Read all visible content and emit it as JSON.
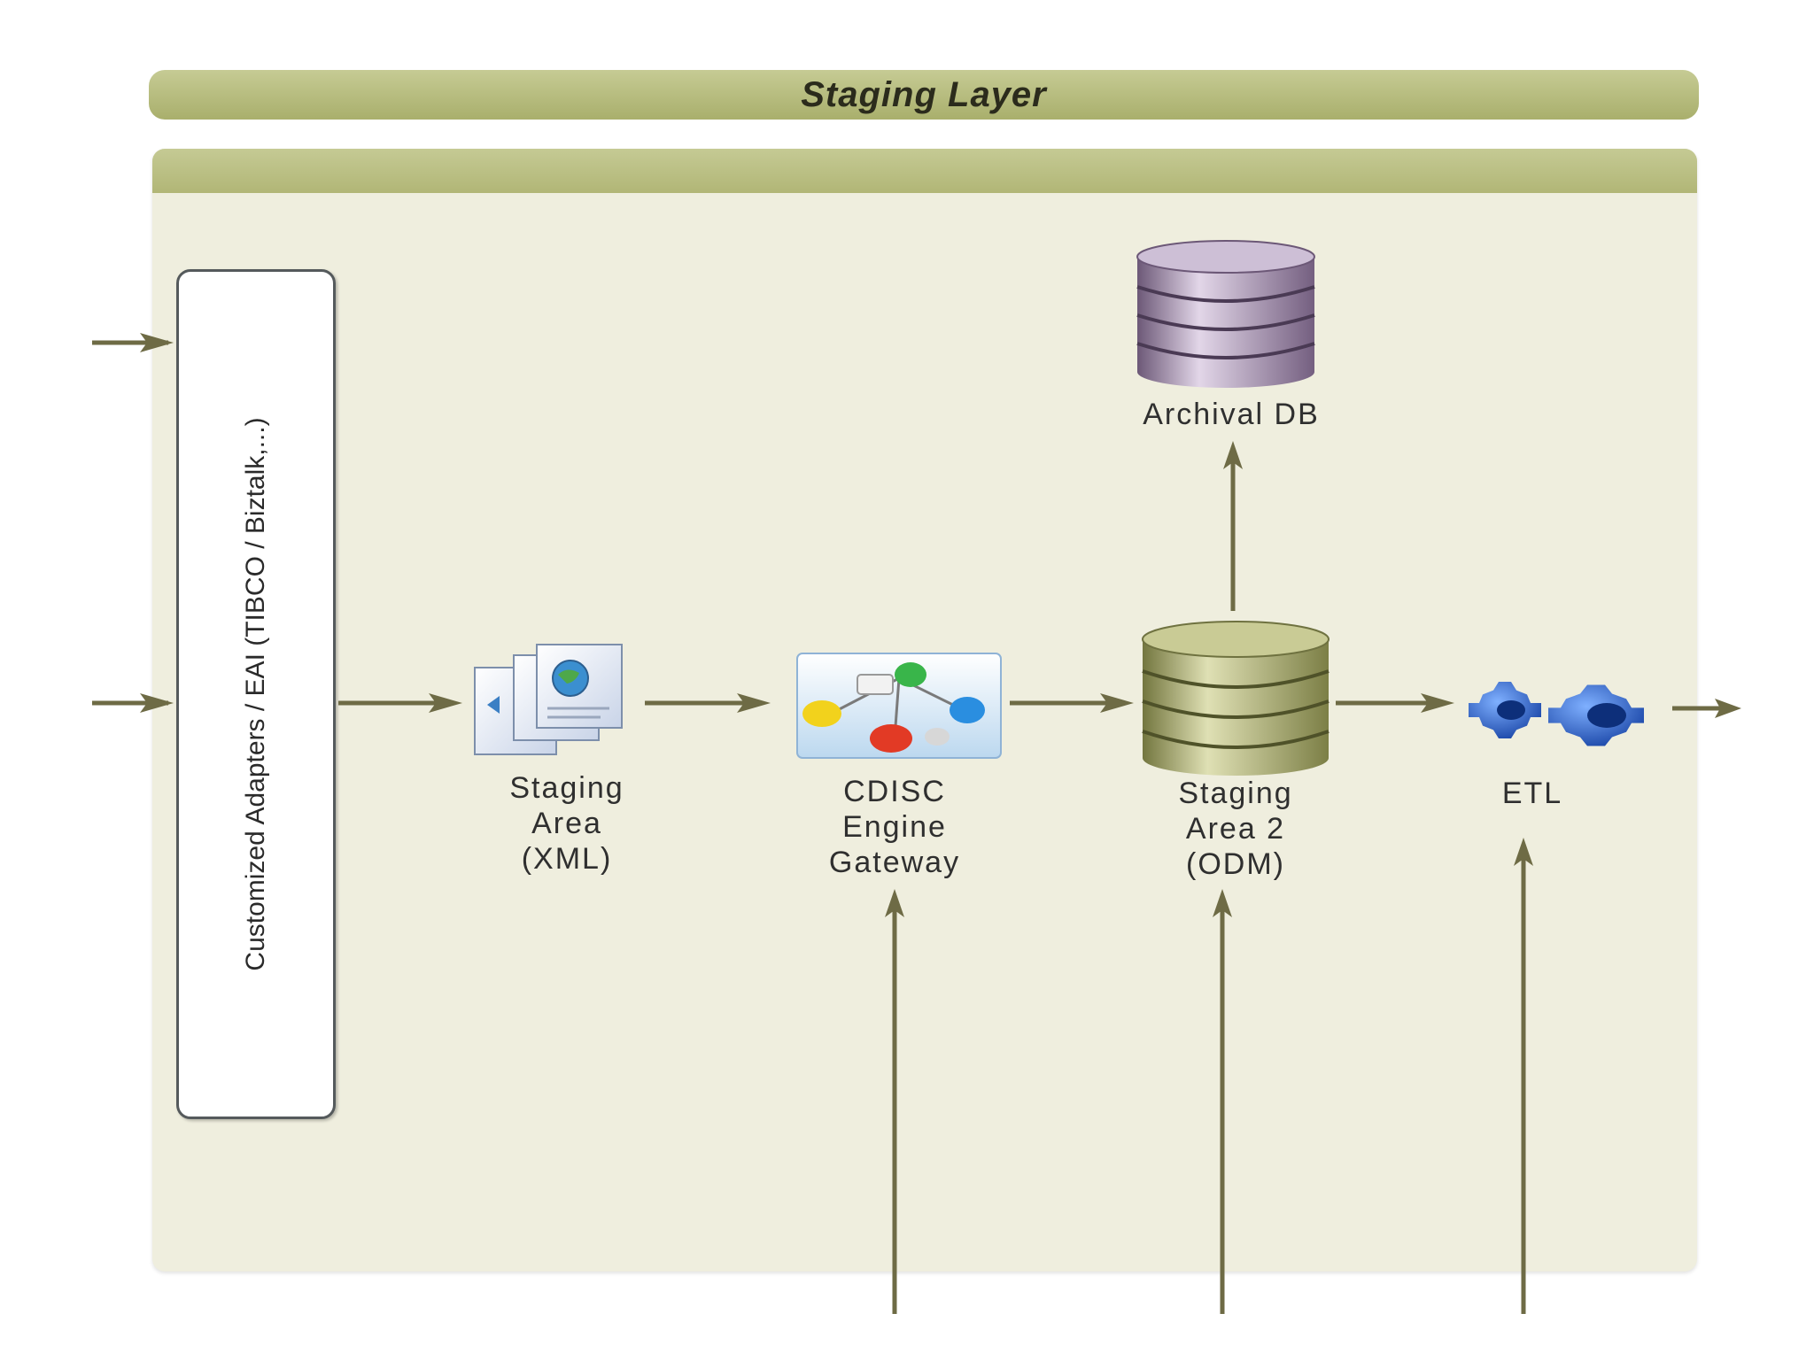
{
  "diagram": {
    "title": "Staging Layer",
    "adapters_label": "Customized Adapters   / EAI (TIBCO / Biztalk,...)",
    "nodes": {
      "staging_area_xml": {
        "label": "Staging\nArea\n(XML)",
        "icon": "xml-documents-icon"
      },
      "cdisc_engine": {
        "label": "CDISC\nEngine\nGateway",
        "icon": "cdisc-engine-icon"
      },
      "staging_area_2": {
        "label": "Staging\nArea 2\n(ODM)",
        "icon": "database-icon"
      },
      "etl": {
        "label": "ETL",
        "icon": "gears-icon"
      },
      "archival_db": {
        "label": "Archival DB",
        "icon": "database-icon"
      }
    },
    "edges": [
      {
        "from": "external-input-top",
        "to": "adapters"
      },
      {
        "from": "external-input-middle",
        "to": "adapters"
      },
      {
        "from": "adapters",
        "to": "staging_area_xml"
      },
      {
        "from": "staging_area_xml",
        "to": "cdisc_engine"
      },
      {
        "from": "cdisc_engine",
        "to": "staging_area_2"
      },
      {
        "from": "staging_area_2",
        "to": "etl"
      },
      {
        "from": "staging_area_2",
        "to": "archival_db"
      },
      {
        "from": "etl",
        "to": "external-output"
      },
      {
        "from": "external-input-bottom",
        "to": "cdisc_engine"
      },
      {
        "from": "external-input-bottom",
        "to": "staging_area_2"
      },
      {
        "from": "external-input-bottom",
        "to": "etl"
      }
    ],
    "colors": {
      "arrow": "#6e6b45",
      "header": "#b5ba7a",
      "panel": "#efeede",
      "gold_db": "#9da067",
      "purple_db": "#9c86a6",
      "etl_gear": "#2f62c9"
    }
  }
}
